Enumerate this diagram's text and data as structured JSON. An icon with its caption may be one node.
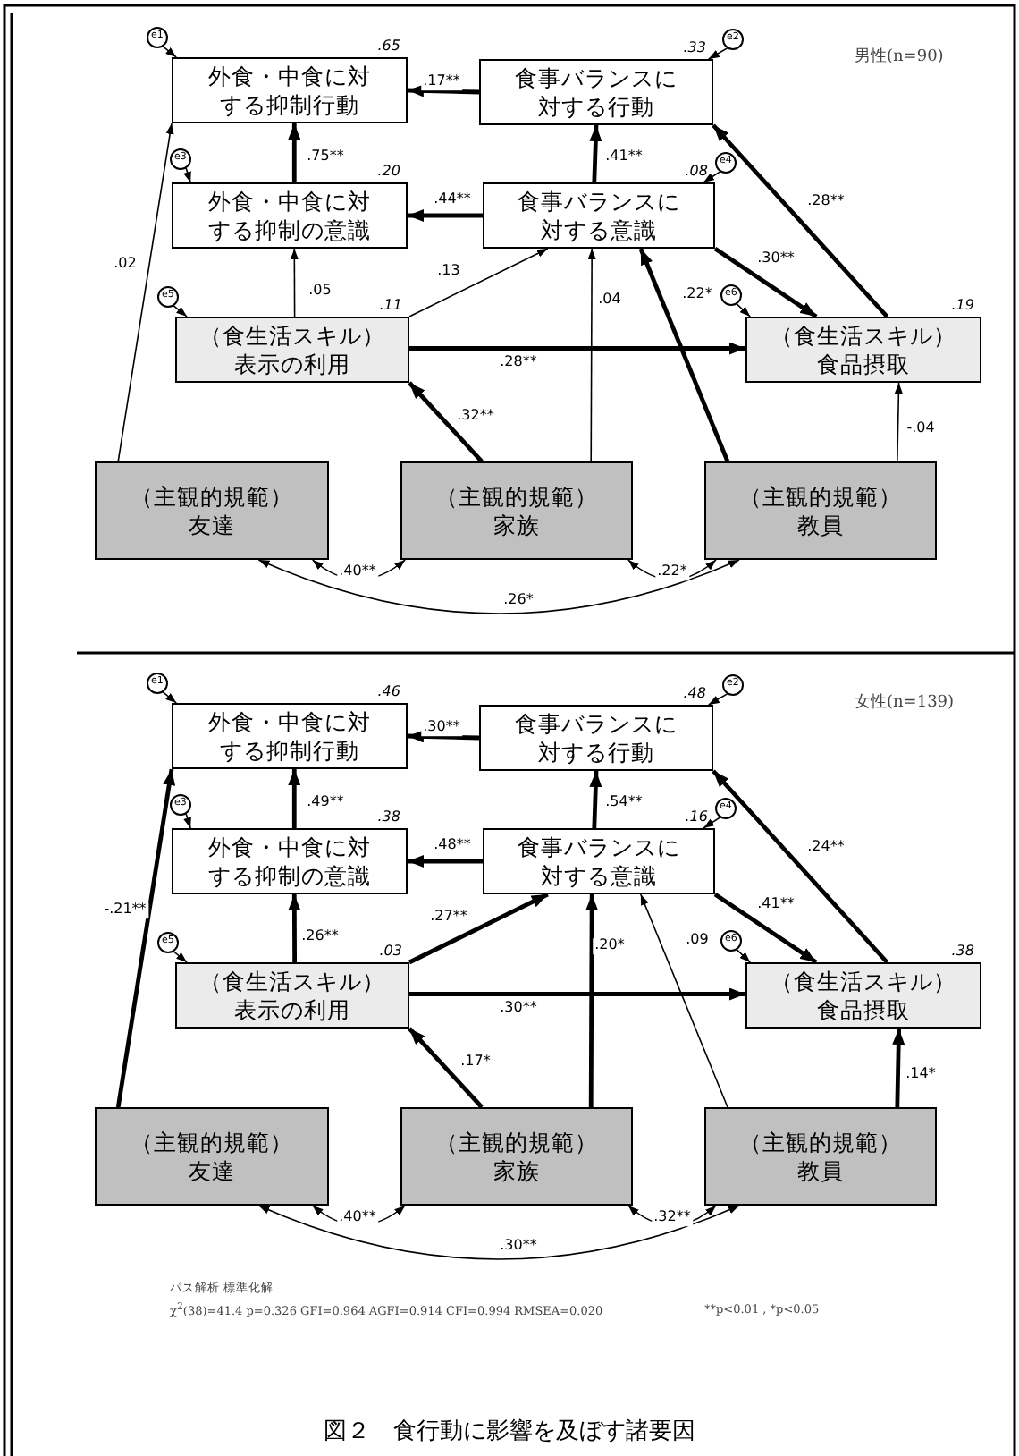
{
  "diagram": {
    "caption": "図２　食行動に影響を及ぼす諸要因",
    "nodes": [
      {
        "text": [
          "e1"
        ]
      },
      {
        "text": [
          "外食・中食に対する抑制行動"
        ],
        "beside": [
          ".65"
        ]
      },
      {
        "text": [
          "食事バランスに対する行動"
        ],
        "beside": [
          ".33"
        ]
      },
      {
        "text": [
          "e2"
        ]
      },
      {
        "text": [
          "e3"
        ]
      },
      {
        "text": [
          "外食・中食に対する抑制の意識"
        ],
        "beside": [
          ".20"
        ]
      },
      {
        "text": [
          "食事バランスに対する意識"
        ],
        "beside": [
          ".08"
        ]
      },
      {
        "text": [
          "e4"
        ]
      },
      {
        "text": [
          "e5"
        ]
      },
      {
        "text": [
          "（食生活スキル）",
          "表示の利用"
        ],
        "beside": [
          ".11"
        ]
      },
      {
        "text": [
          "e6"
        ]
      },
      {
        "text": [
          "（食生活スキル）",
          "食品摂取"
        ],
        "beside": [
          ".19"
        ]
      },
      {
        "text": [
          "（主観的規範）",
          "友達"
        ]
      },
      {
        "text": [
          "（主観的規範）",
          "家族"
        ]
      },
      {
        "text": [
          "（主観的規範）",
          "教員"
        ]
      },
      {
        "text": [
          "e1"
        ]
      },
      {
        "text": [
          "外食・中食に対する抑制行動"
        ],
        "beside": [
          ".46"
        ]
      },
      {
        "text": [
          "食事バランスに対する行動"
        ],
        "beside": [
          ".48"
        ]
      },
      {
        "text": [
          "e2"
        ]
      },
      {
        "text": [
          "e3"
        ]
      },
      {
        "text": [
          "外食・中食に対する抑制の意識"
        ],
        "beside": [
          ".38"
        ]
      },
      {
        "text": [
          "食事バランスに対する意識"
        ],
        "beside": [
          ".16"
        ]
      },
      {
        "text": [
          "e4"
        ]
      },
      {
        "text": [
          "e5"
        ]
      },
      {
        "text": [
          "（食生活スキル）",
          "表示の利用"
        ],
        "beside": [
          ".03"
        ]
      },
      {
        "text": [
          "e6"
        ]
      },
      {
        "text": [
          "（食生活スキル）",
          "食品摂取"
        ],
        "beside": [
          ".38"
        ]
      },
      {
        "text": [
          "（主観的規範）",
          "友達"
        ]
      },
      {
        "text": [
          "（主観的規範）",
          "家族"
        ]
      },
      {
        "text": [
          "（主観的規範）",
          "教員"
        ]
      }
    ],
    "edges": [
      {
        "from": 0,
        "to": 1,
        "arrow": "to"
      },
      {
        "from": 3,
        "to": 2,
        "arrow": "to"
      },
      {
        "from": 4,
        "to": 5,
        "arrow": "to"
      },
      {
        "from": 7,
        "to": 6,
        "arrow": "to"
      },
      {
        "from": 8,
        "to": 9,
        "arrow": "to"
      },
      {
        "from": 10,
        "to": 11,
        "arrow": "to"
      },
      {
        "from": 2,
        "to": 1,
        "arrow": "to",
        "label": ".17**",
        "style": "thick"
      },
      {
        "from": 5,
        "to": 1,
        "arrow": "to",
        "label": ".75**",
        "style": "thick"
      },
      {
        "from": 6,
        "to": 2,
        "arrow": "to",
        "label": ".41**",
        "style": "thick"
      },
      {
        "from": 11,
        "to": 2,
        "arrow": "to",
        "label": ".28**",
        "style": "thick"
      },
      {
        "from": 6,
        "to": 5,
        "arrow": "to",
        "label": ".44**",
        "style": "thick"
      },
      {
        "from": 9,
        "to": 5,
        "arrow": "to",
        "label": ".05"
      },
      {
        "from": 9,
        "to": 6,
        "arrow": "to",
        "label": ".13"
      },
      {
        "from": 13,
        "to": 6,
        "arrow": "to",
        "label": ".04"
      },
      {
        "from": 14,
        "to": 6,
        "arrow": "to",
        "label": ".22*",
        "style": "thick"
      },
      {
        "from": 6,
        "to": 11,
        "arrow": "to",
        "label": ".30**",
        "style": "thick"
      },
      {
        "from": 9,
        "to": 11,
        "arrow": "to",
        "label": ".28**",
        "style": "thick"
      },
      {
        "from": 12,
        "to": 1,
        "arrow": "to",
        "label": ".02"
      },
      {
        "from": 13,
        "to": 9,
        "arrow": "to",
        "label": ".32**",
        "style": "thick"
      },
      {
        "from": 14,
        "to": 11,
        "arrow": "to",
        "label": "-.04"
      },
      {
        "from": 12,
        "to": 13,
        "arrow": "both",
        "label": ".40**"
      },
      {
        "from": 13,
        "to": 14,
        "arrow": "both",
        "label": ".22*"
      },
      {
        "from": 12,
        "to": 14,
        "arrow": "both",
        "label": ".26*"
      },
      {
        "from": 15,
        "to": 16,
        "arrow": "to"
      },
      {
        "from": 18,
        "to": 17,
        "arrow": "to"
      },
      {
        "from": 19,
        "to": 20,
        "arrow": "to"
      },
      {
        "from": 22,
        "to": 21,
        "arrow": "to"
      },
      {
        "from": 23,
        "to": 24,
        "arrow": "to"
      },
      {
        "from": 25,
        "to": 26,
        "arrow": "to"
      },
      {
        "from": 17,
        "to": 16,
        "arrow": "to",
        "label": ".30**",
        "style": "thick"
      },
      {
        "from": 20,
        "to": 16,
        "arrow": "to",
        "label": ".49**",
        "style": "thick"
      },
      {
        "from": 21,
        "to": 17,
        "arrow": "to",
        "label": ".54**",
        "style": "thick"
      },
      {
        "from": 26,
        "to": 17,
        "arrow": "to",
        "label": ".24**",
        "style": "thick"
      },
      {
        "from": 21,
        "to": 20,
        "arrow": "to",
        "label": ".48**",
        "style": "thick"
      },
      {
        "from": 24,
        "to": 20,
        "arrow": "to",
        "label": ".26**",
        "style": "thick"
      },
      {
        "from": 24,
        "to": 21,
        "arrow": "to",
        "label": ".27**",
        "style": "thick"
      },
      {
        "from": 28,
        "to": 21,
        "arrow": "to",
        "label": ".20*",
        "style": "thick"
      },
      {
        "from": 29,
        "to": 21,
        "arrow": "to",
        "label": ".09"
      },
      {
        "from": 21,
        "to": 26,
        "arrow": "to",
        "label": ".41**",
        "style": "thick"
      },
      {
        "from": 24,
        "to": 26,
        "arrow": "to",
        "label": ".30**",
        "style": "thick"
      },
      {
        "from": 27,
        "to": 16,
        "arrow": "to",
        "label": "-.21**",
        "style": "thick"
      },
      {
        "from": 28,
        "to": 24,
        "arrow": "to",
        "label": ".17*",
        "style": "thick"
      },
      {
        "from": 29,
        "to": 26,
        "arrow": "to",
        "label": ".14*",
        "style": "thick"
      },
      {
        "from": 27,
        "to": 28,
        "arrow": "both",
        "label": ".40**"
      },
      {
        "from": 28,
        "to": 29,
        "arrow": "both",
        "label": ".32**"
      },
      {
        "from": 27,
        "to": 29,
        "arrow": "both",
        "label": ".30**"
      }
    ],
    "labels": [
      "男性(n=90)",
      "女性(n=139)",
      "パス解析 標準化解",
      "χ$^{2}$(38)=41.4 p=0.326 GFI=0.964 AGFI=0.914 CFI=0.994 RMSEA=0.020",
      "**p<0.01 , *p<0.05"
    ]
  }
}
